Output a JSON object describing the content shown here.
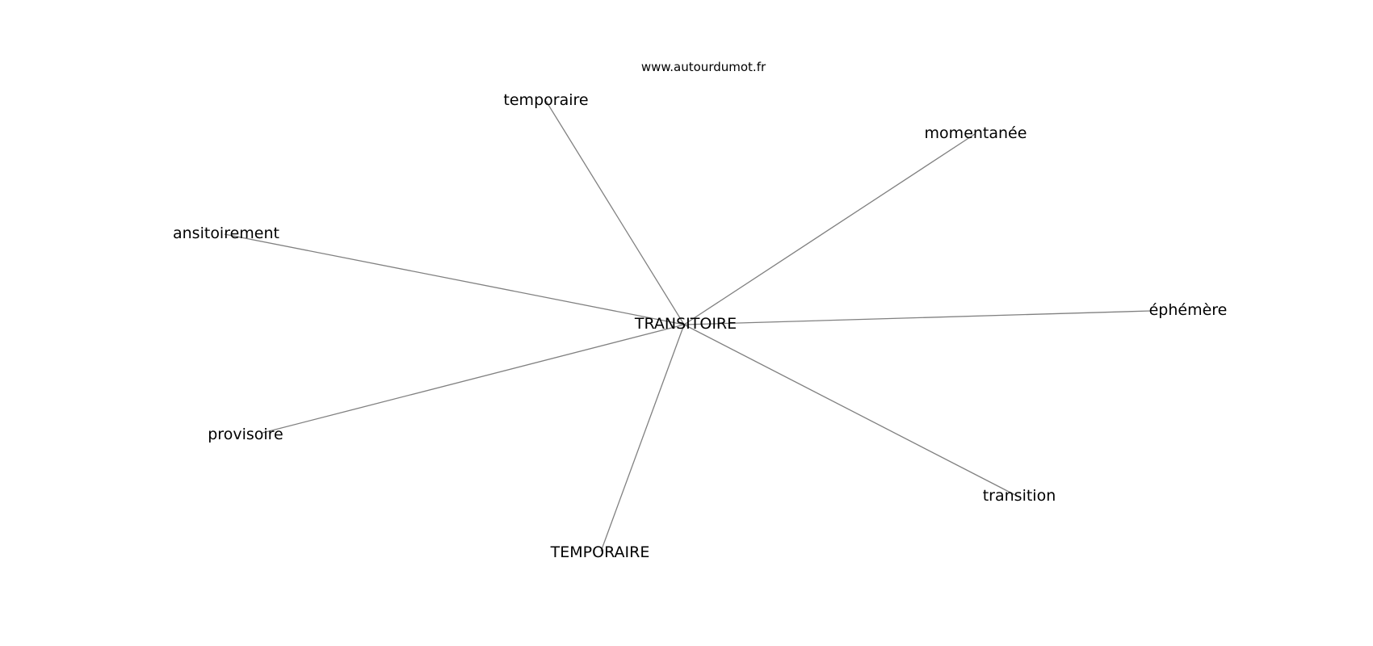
{
  "watermark": "www.autourdumot.fr",
  "center": {
    "label": "TRANSITOIRE"
  },
  "nodes": [
    {
      "label": "temporaire"
    },
    {
      "label": "momentanée"
    },
    {
      "label": "ansitoirement"
    },
    {
      "label": "éphémère"
    },
    {
      "label": "provisoire"
    },
    {
      "label": "transition"
    },
    {
      "label": "TEMPORAIRE"
    }
  ],
  "colors": {
    "edge": "#808080",
    "text": "#000000",
    "background": "#ffffff"
  }
}
